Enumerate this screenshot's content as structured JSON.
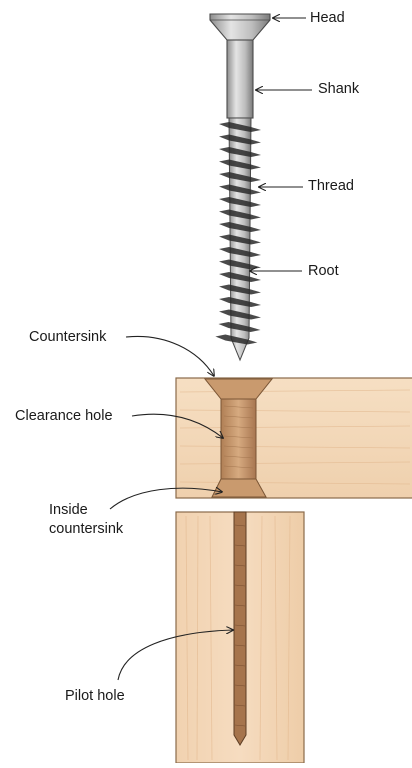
{
  "labels": {
    "head": "Head",
    "shank": "Shank",
    "thread": "Thread",
    "root": "Root",
    "countersink": "Countersink",
    "clearance_hole": "Clearance hole",
    "inside_countersink_line1": "Inside",
    "inside_countersink_line2": "countersink",
    "pilot_hole": "Pilot hole"
  },
  "colors": {
    "wood_light": "#f3d8b8",
    "wood_grain": "#e0b48c",
    "wood_edge": "#8a6a4a",
    "steel": "#c9c9c9",
    "steel_dark": "#5a5a5a",
    "thread_dark": "#2a2a2a",
    "leader": "#222222"
  }
}
